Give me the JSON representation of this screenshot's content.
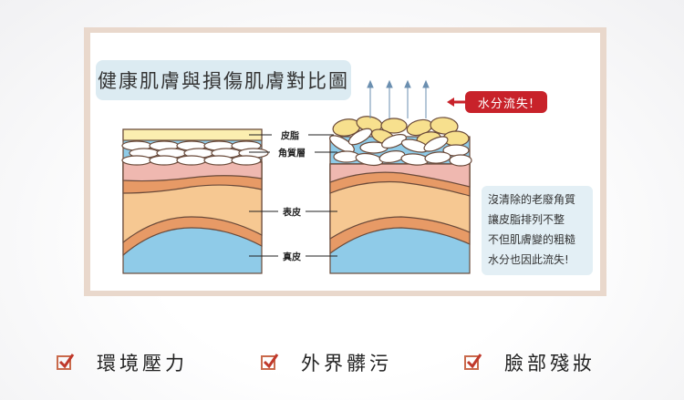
{
  "diagram": {
    "title": "健康肌膚與損傷肌膚對比圖",
    "labels": {
      "sebum": "皮脂",
      "stratum_corneum": "角質層",
      "epidermis": "表皮",
      "dermis": "真皮"
    },
    "badge": "水分流失!",
    "note_lines": [
      "沒清除的老廢角質",
      "讓皮脂排列不整",
      "不但肌膚變的粗糙",
      "水分也因此流失!"
    ],
    "colors": {
      "sebum": "#fbeeb0",
      "pink": "#efb8b0",
      "orange": "#e79a66",
      "peach": "#f6c892",
      "blue": "#8fcbe8",
      "badge": "#c8222a"
    }
  },
  "checklist": [
    {
      "label": "環境壓力",
      "checked": true
    },
    {
      "label": "外界髒污",
      "checked": true
    },
    {
      "label": "臉部殘妝",
      "checked": true
    }
  ]
}
